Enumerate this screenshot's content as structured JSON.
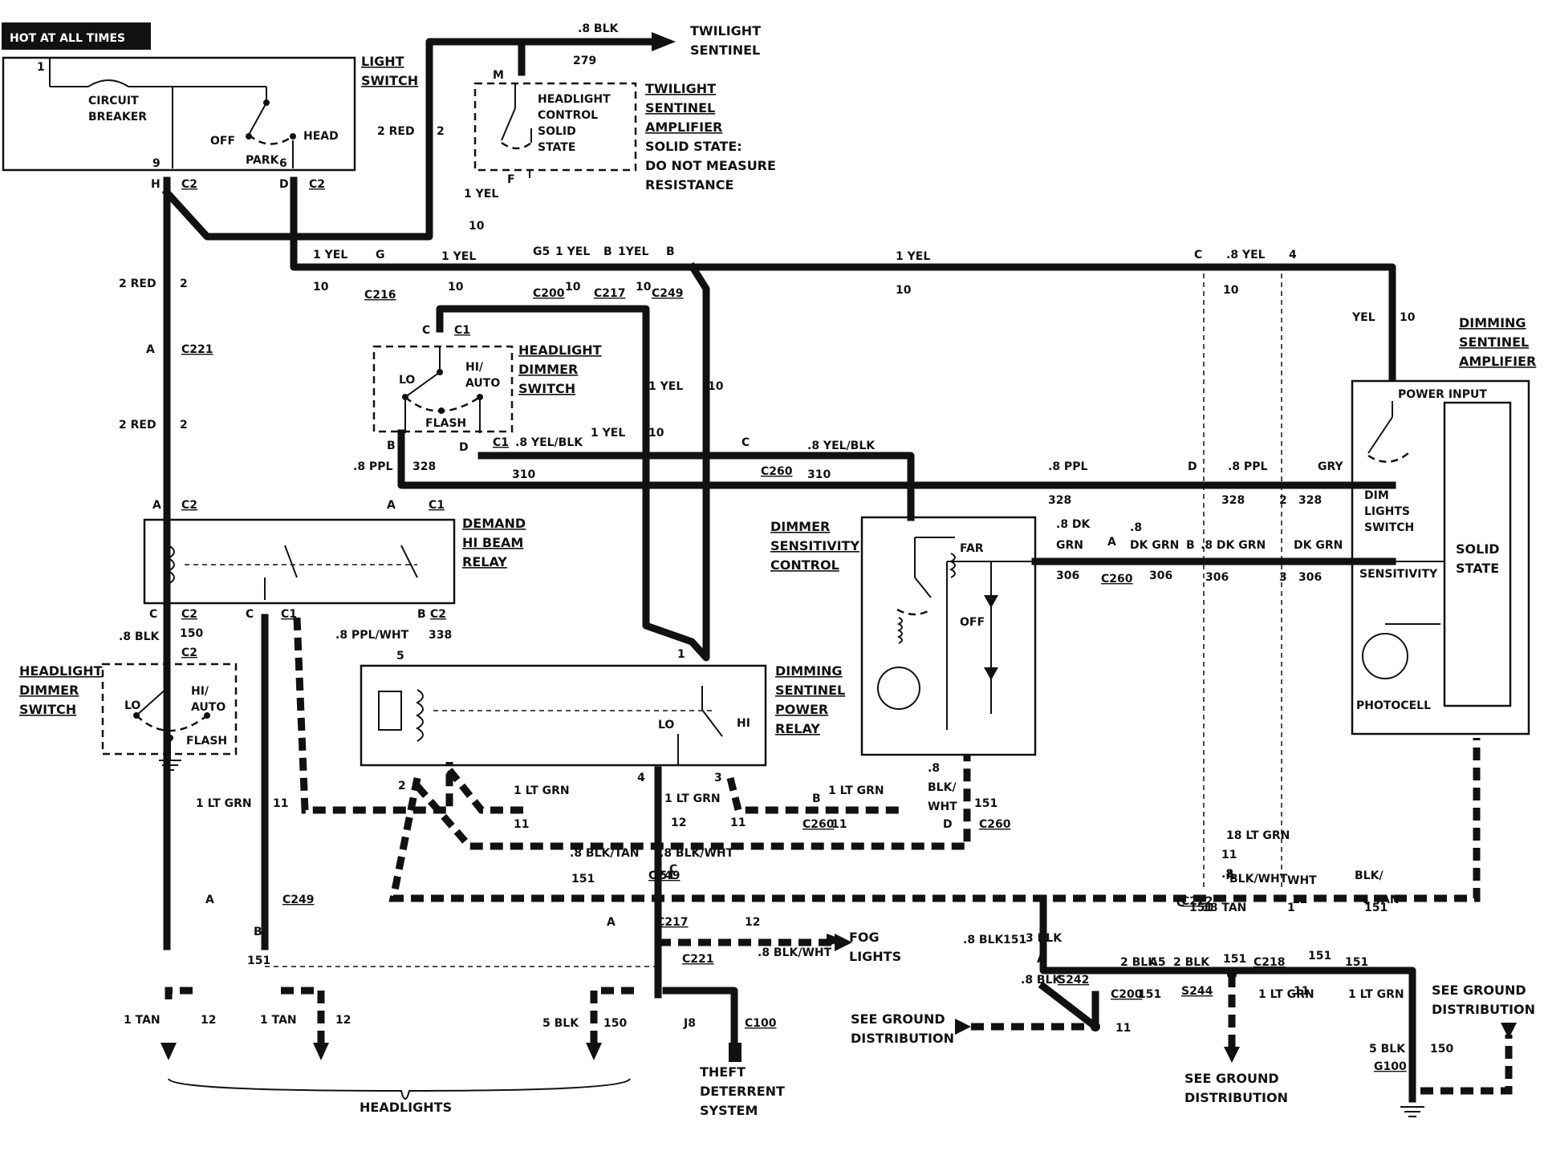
{
  "power_label": "HOT AT ALL TIMES",
  "components": {
    "light_switch": {
      "title": [
        "LIGHT",
        "SWITCH"
      ],
      "circuit_breaker": [
        "CIRCUIT",
        "BREAKER"
      ],
      "off": "OFF",
      "park": "PARK",
      "head": "HEAD",
      "pin1": "1",
      "pin9": "9",
      "pin6": "6"
    },
    "twilight_amp": {
      "title": [
        "TWILIGHT",
        "SENTINEL",
        "AMPLIFIER"
      ],
      "note": [
        "SOLID STATE:",
        "DO NOT MEASURE",
        "RESISTANCE"
      ],
      "inner": [
        "HEADLIGHT",
        "CONTROL",
        "SOLID",
        "STATE"
      ],
      "pin_m": "M",
      "pin_f": "F"
    },
    "twilight_sentinel": {
      "title": [
        "TWILIGHT",
        "SENTINEL"
      ]
    },
    "hl_dimmer_switch_1": {
      "title": [
        "HEADLIGHT",
        "DIMMER",
        "SWITCH"
      ],
      "lo": "LO",
      "hi": "HI/",
      "auto": "AUTO",
      "flash": "FLASH"
    },
    "hl_dimmer_switch_2": {
      "title": [
        "HEADLIGHT",
        "DIMMER",
        "SWITCH"
      ],
      "lo": "LO",
      "hi": "HI/",
      "auto": "AUTO",
      "flash": "FLASH"
    },
    "demand_relay": {
      "title": [
        "DEMAND",
        "HI BEAM",
        "RELAY"
      ]
    },
    "dimming_power_relay": {
      "title": [
        "DIMMING",
        "SENTINEL",
        "POWER",
        "RELAY"
      ],
      "lo": "LO",
      "hi": "HI"
    },
    "dimmer_sensitivity": {
      "title": [
        "DIMMER",
        "SENSITIVITY",
        "CONTROL"
      ],
      "far": "FAR",
      "off": "OFF"
    },
    "dimming_amp": {
      "title": [
        "DIMMING",
        "SENTINEL",
        "AMPLIFIER"
      ],
      "power_input": "POWER INPUT",
      "dim_switch": [
        "DIM",
        "LIGHTS",
        "SWITCH"
      ],
      "sensitivity": "SENSITIVITY",
      "photocell": "PHOTOCELL",
      "solid_state": [
        "SOLID",
        "STATE"
      ]
    }
  },
  "destinations": {
    "fog": [
      "FOG",
      "LIGHTS"
    ],
    "headlights": "HEADLIGHTS",
    "theft": [
      "THEFT",
      "DETERRENT",
      "SYSTEM"
    ],
    "ground1": [
      "SEE GROUND",
      "DISTRIBUTION"
    ],
    "ground2": [
      "SEE GROUND",
      "DISTRIBUTION"
    ],
    "ground3": [
      "SEE GROUND",
      "DISTRIBUTION"
    ]
  },
  "wire_labels": [
    {
      "t": ".8 BLK"
    },
    {
      "t": "279"
    },
    {
      "t": "2 RED"
    },
    {
      "t": "2"
    },
    {
      "t": "1 YEL"
    },
    {
      "t": "10"
    },
    {
      "t": "H"
    },
    {
      "t": "C2"
    },
    {
      "t": "D"
    },
    {
      "t": "C2"
    },
    {
      "t": "1 YEL"
    },
    {
      "t": "10"
    },
    {
      "t": "G"
    },
    {
      "t": "C216"
    },
    {
      "t": "1 YEL"
    },
    {
      "t": "10"
    },
    {
      "t": "G5"
    },
    {
      "t": "1 YEL"
    },
    {
      "t": "C200"
    },
    {
      "t": "10"
    },
    {
      "t": "B"
    },
    {
      "t": "1YEL"
    },
    {
      "t": "C217"
    },
    {
      "t": "10"
    },
    {
      "t": "B"
    },
    {
      "t": "C249"
    },
    {
      "t": "1 YEL"
    },
    {
      "t": "10"
    },
    {
      "t": "C"
    },
    {
      "t": ".8 YEL"
    },
    {
      "t": "4"
    },
    {
      "t": "10"
    },
    {
      "t": "YEL"
    },
    {
      "t": "10"
    },
    {
      "t": "2 RED"
    },
    {
      "t": "2"
    },
    {
      "t": "A"
    },
    {
      "t": "C221"
    },
    {
      "t": "2 RED"
    },
    {
      "t": "2"
    },
    {
      "t": "C"
    },
    {
      "t": "C1"
    },
    {
      "t": "1 YEL"
    },
    {
      "t": "10"
    },
    {
      "t": "1 YEL"
    },
    {
      "t": "10"
    },
    {
      "t": "B"
    },
    {
      "t": "D"
    },
    {
      "t": "C1"
    },
    {
      "t": ".8 YEL/BLK"
    },
    {
      "t": "310"
    },
    {
      "t": "C"
    },
    {
      "t": "C260"
    },
    {
      "t": ".8 YEL/BLK"
    },
    {
      "t": "310"
    },
    {
      "t": ".8 PPL"
    },
    {
      "t": "328"
    },
    {
      "t": "A"
    },
    {
      "t": "C1"
    },
    {
      "t": ".8 PPL"
    },
    {
      "t": "328"
    },
    {
      "t": "D"
    },
    {
      "t": ".8 PPL"
    },
    {
      "t": "328"
    },
    {
      "t": "GRY"
    },
    {
      "t": "2"
    },
    {
      "t": "328"
    },
    {
      "t": "A"
    },
    {
      "t": "C2"
    },
    {
      "t": ".8 DK"
    },
    {
      "t": "GRN"
    },
    {
      "t": "306"
    },
    {
      "t": "A"
    },
    {
      "t": "C260"
    },
    {
      "t": ".8"
    },
    {
      "t": "DK GRN"
    },
    {
      "t": "306"
    },
    {
      "t": "B"
    },
    {
      "t": ".8 DK GRN"
    },
    {
      "t": "306"
    },
    {
      "t": "DK GRN"
    },
    {
      "t": "3"
    },
    {
      "t": "306"
    },
    {
      "t": "C"
    },
    {
      "t": "C2"
    },
    {
      "t": ".8 BLK"
    },
    {
      "t": "150"
    },
    {
      "t": "C2"
    },
    {
      "t": "C"
    },
    {
      "t": "C1"
    },
    {
      "t": ".8 PPL/WHT"
    },
    {
      "t": "B"
    },
    {
      "t": "C2"
    },
    {
      "t": "338"
    },
    {
      "t": "5"
    },
    {
      "t": "1"
    },
    {
      "t": "1 LT GRN"
    },
    {
      "t": "11"
    },
    {
      "t": "2"
    },
    {
      "t": "4"
    },
    {
      "t": "3"
    },
    {
      "t": "1 LT GRN"
    },
    {
      "t": "11"
    },
    {
      "t": "12"
    },
    {
      "t": "1 LT GRN"
    },
    {
      "t": "11"
    },
    {
      "t": "B"
    },
    {
      "t": "1 LT GRN"
    },
    {
      "t": "C260"
    },
    {
      "t": "11"
    },
    {
      "t": ".8"
    },
    {
      "t": "BLK/"
    },
    {
      "t": "WHT"
    },
    {
      "t": "151"
    },
    {
      "t": "D"
    },
    {
      "t": "C260"
    },
    {
      "t": ".8 BLK/TAN"
    },
    {
      "t": "151"
    },
    {
      "t": "C"
    },
    {
      "t": "C249"
    },
    {
      "t": ".8 BLK/WHT"
    },
    {
      "t": "151"
    },
    {
      "t": "A"
    },
    {
      "t": "C249"
    },
    {
      "t": "18 LT GRN"
    },
    {
      "t": "11"
    },
    {
      "t": ".8"
    },
    {
      "t": "BLK/"
    },
    {
      "t": "WHT"
    },
    {
      "t": "151"
    },
    {
      "t": "BLK/WHT"
    },
    {
      "t": "1"
    },
    {
      "t": "151"
    },
    {
      "t": "A"
    },
    {
      "t": "C222"
    },
    {
      "t": "1 TAN"
    },
    {
      "t": "12"
    },
    {
      "t": "18 TAN"
    },
    {
      "t": "C"
    },
    {
      "t": "A"
    },
    {
      "t": "C217"
    },
    {
      "t": "12"
    },
    {
      "t": ".8 BLK/WHT"
    },
    {
      "t": "151"
    },
    {
      "t": "B"
    },
    {
      "t": "C221"
    },
    {
      "t": ".8 BLK"
    },
    {
      "t": "151"
    },
    {
      "t": "3 BLK"
    },
    {
      "t": "A"
    },
    {
      "t": ".8 BLK"
    },
    {
      "t": "S242"
    },
    {
      "t": "2 BLK"
    },
    {
      "t": "A5"
    },
    {
      "t": "2 BLK"
    },
    {
      "t": "151"
    },
    {
      "t": "C218"
    },
    {
      "t": "151"
    },
    {
      "t": "151"
    },
    {
      "t": "C200"
    },
    {
      "t": "151"
    },
    {
      "t": "S244"
    },
    {
      "t": "1 LT GRN"
    },
    {
      "t": "11"
    },
    {
      "t": "1 LT GRN"
    },
    {
      "t": "11"
    },
    {
      "t": "1 TAN"
    },
    {
      "t": "12"
    },
    {
      "t": "1 TAN"
    },
    {
      "t": "12"
    },
    {
      "t": "5 BLK"
    },
    {
      "t": "150"
    },
    {
      "t": "J8"
    },
    {
      "t": "C100"
    },
    {
      "t": "5 BLK"
    },
    {
      "t": "150"
    },
    {
      "t": "G100"
    }
  ]
}
